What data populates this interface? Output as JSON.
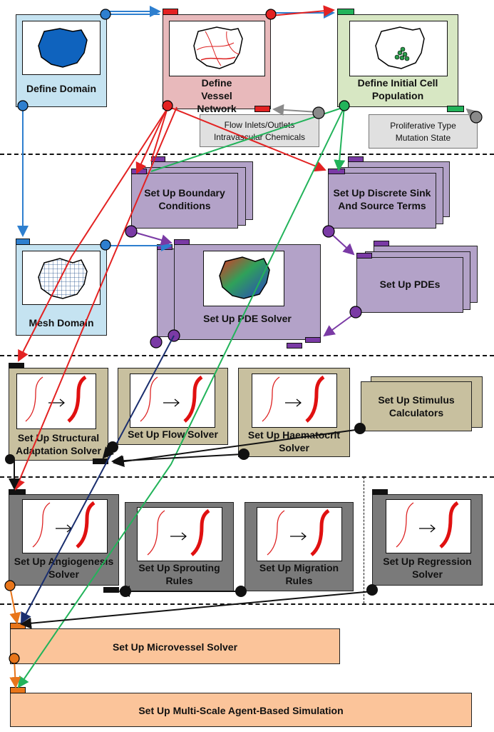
{
  "nodes": {
    "define_domain": "Define Domain",
    "define_vessel_network": "Define Vessel Network",
    "define_initial_cell_population": "Define Initial Cell Population",
    "flow_inlets_info": "Flow Inlets/Outlets\nIntravascular Chemicals",
    "proliferative_info": "Proliferative Type\nMutation State",
    "boundary_conditions": "Set Up Boundary Conditions",
    "sink_source_terms": "Set Up Discrete Sink And Source Terms",
    "mesh_domain": "Mesh Domain",
    "pde_solver": "Set Up PDE Solver",
    "pdes": "Set Up PDEs",
    "structural_adaptation": "Set Up Structural Adaptation Solver",
    "flow_solver": "Set Up Flow Solver",
    "haematocrit_solver": "Set Up Haematocrit Solver",
    "stimulus_calculators": "Set Up Stimulus Calculators",
    "angiogenesis_solver": "Set Up Angiogenesis Solver",
    "sprouting_rules": "Set Up Sprouting Rules",
    "migration_rules": "Set Up Migration Rules",
    "regression_solver": "Set Up Regression Solver",
    "microvessel_solver": "Set Up Microvessel Solver",
    "multiscale_simulation": "Set Up Multi-Scale Agent-Based Simulation"
  },
  "colors": {
    "domain_blue": "#c5e3f1",
    "vessel_pink": "#e8b9bb",
    "cell_green": "#d7e7c3",
    "info_grey": "#e0e0e0",
    "pde_purple": "#b3a2c8",
    "flow_tan": "#c8c09f",
    "angio_grey": "#7a7a7a",
    "solver_orange": "#fbc49a",
    "arrow_blue": "#2e7fcf",
    "arrow_red": "#e32222",
    "arrow_green": "#22b35a",
    "arrow_purple": "#7a3aa5",
    "arrow_navy": "#1a2e6e",
    "arrow_orange": "#e8751a",
    "arrow_grey": "#8a8a8a"
  }
}
